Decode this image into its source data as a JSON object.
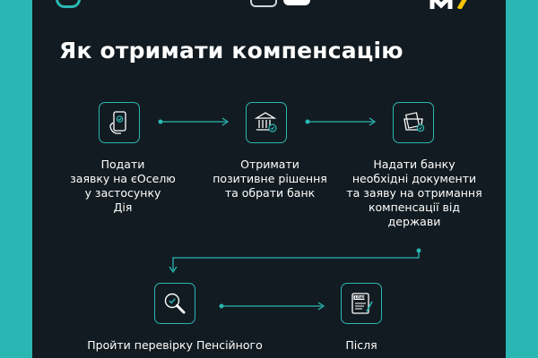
{
  "title": "Як отримати компенсацію",
  "steps": [
    {
      "icon": "phone-check-icon",
      "text": "Подати\nзаявку на єОселю\nу застосунку\nДія"
    },
    {
      "icon": "bank-check-icon",
      "text": "Отримати\nпозитивне рішення\nта обрати банк"
    },
    {
      "icon": "documents-icon",
      "text": "Надати банку\nнеобхідні документи\nта заяву на отримання\nкомпенсації від\nдержави"
    },
    {
      "icon": "magnifier-check-icon",
      "text": "Пройти перевірку Пенсійного"
    },
    {
      "icon": "loan-document-icon",
      "label": "LOAN",
      "text": "Після"
    }
  ],
  "colors": {
    "accent": "#2ab7b3",
    "panel": "#121b21",
    "text": "#ffffff"
  }
}
